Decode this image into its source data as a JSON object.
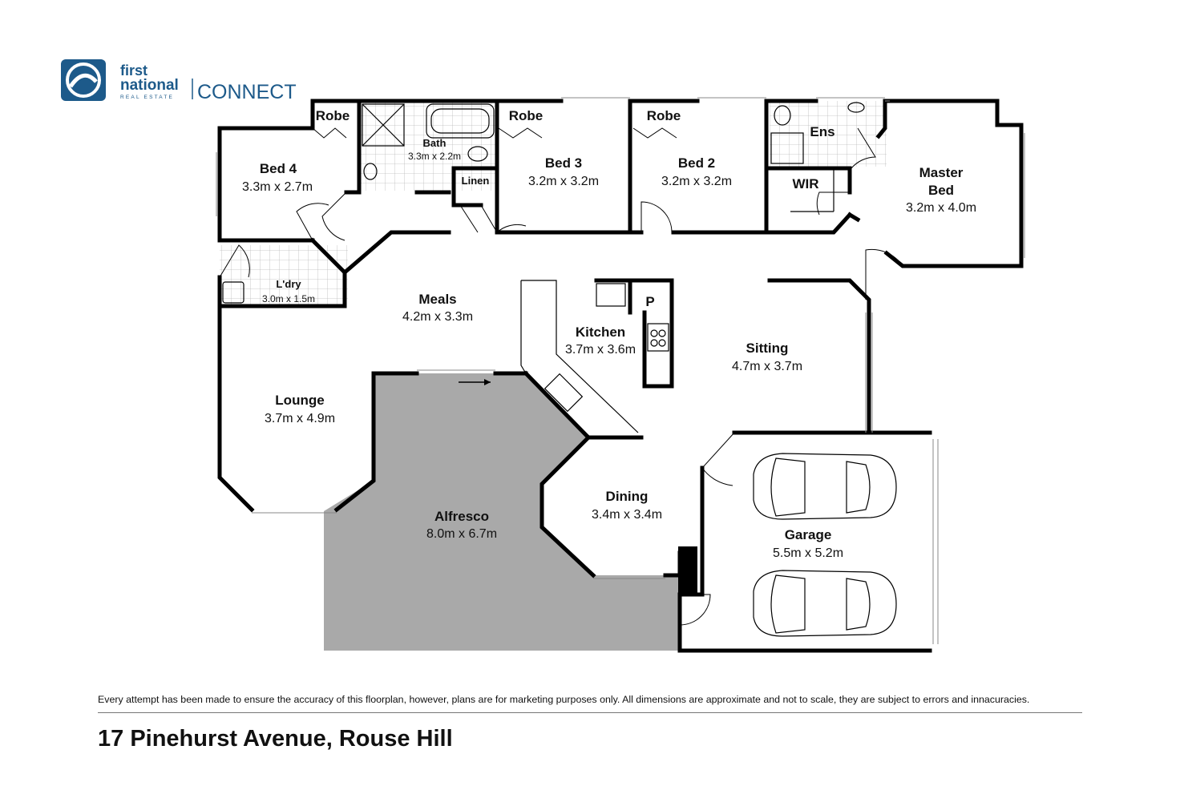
{
  "brand": {
    "line1": "first",
    "line2": "national",
    "tagline": "REAL ESTATE",
    "office": "CONNECT",
    "color": "#1d5a8a"
  },
  "rooms": {
    "bed4": {
      "name": "Bed 4",
      "dims": "3.3m x 2.7m"
    },
    "robe_bed4": {
      "name": "Robe"
    },
    "bath": {
      "name": "Bath",
      "dims": "3.3m x 2.2m"
    },
    "linen": {
      "name": "Linen"
    },
    "bed3": {
      "name": "Bed 3",
      "dims": "3.2m x 3.2m"
    },
    "robe_bed3": {
      "name": "Robe"
    },
    "bed2": {
      "name": "Bed 2",
      "dims": "3.2m x 3.2m"
    },
    "robe_bed2": {
      "name": "Robe"
    },
    "ens": {
      "name": "Ens"
    },
    "wir": {
      "name": "WIR"
    },
    "master": {
      "name_line1": "Master",
      "name_line2": "Bed",
      "dims": "3.2m x 4.0m"
    },
    "ldry": {
      "name": "L'dry",
      "dims": "3.0m x 1.5m"
    },
    "meals": {
      "name": "Meals",
      "dims": "4.2m x 3.3m"
    },
    "kitchen": {
      "name": "Kitchen",
      "dims": "3.7m x 3.6m"
    },
    "pantry": {
      "name": "P"
    },
    "sitting": {
      "name": "Sitting",
      "dims": "4.7m x 3.7m"
    },
    "lounge": {
      "name": "Lounge",
      "dims": "3.7m x 4.9m"
    },
    "alfresco": {
      "name": "Alfresco",
      "dims": "8.0m x 6.7m"
    },
    "dining": {
      "name": "Dining",
      "dims": "3.4m x 3.4m"
    },
    "garage": {
      "name": "Garage",
      "dims": "5.5m x 5.2m"
    }
  },
  "colors": {
    "alfresco_fill": "#a9a9a9",
    "tile": "#cfcfcf"
  },
  "disclaimer": "Every attempt has been made to ensure the accuracy of this floorplan, however, plans are for marketing purposes only. All dimensions are approximate and not to scale, they are subject to errors and innacuracies.",
  "address": "17 Pinehurst Avenue, Rouse Hill"
}
